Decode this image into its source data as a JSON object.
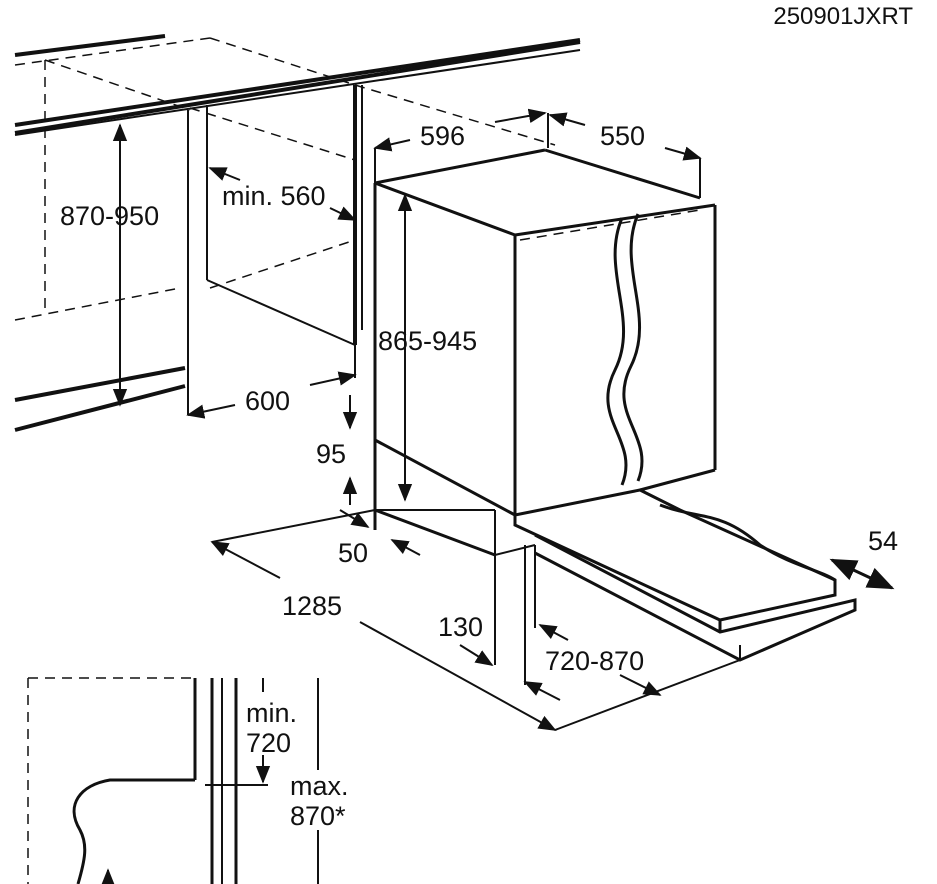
{
  "diagram": {
    "code": "250901JXRT",
    "dimensions": {
      "unit_height": "870-950",
      "niche_depth_min": "min. 560",
      "width": "596",
      "depth": "550",
      "appliance_height": "865-945",
      "niche_width": "600",
      "plinth_height": "95",
      "plinth_offset": "50",
      "door_open_total": "1285",
      "door_offset": "130",
      "door_height": "720-870",
      "door_gap": "54"
    },
    "detail": {
      "min_label": "min.",
      "min_value": "720",
      "max_label": "max.",
      "max_value": "870*"
    }
  }
}
